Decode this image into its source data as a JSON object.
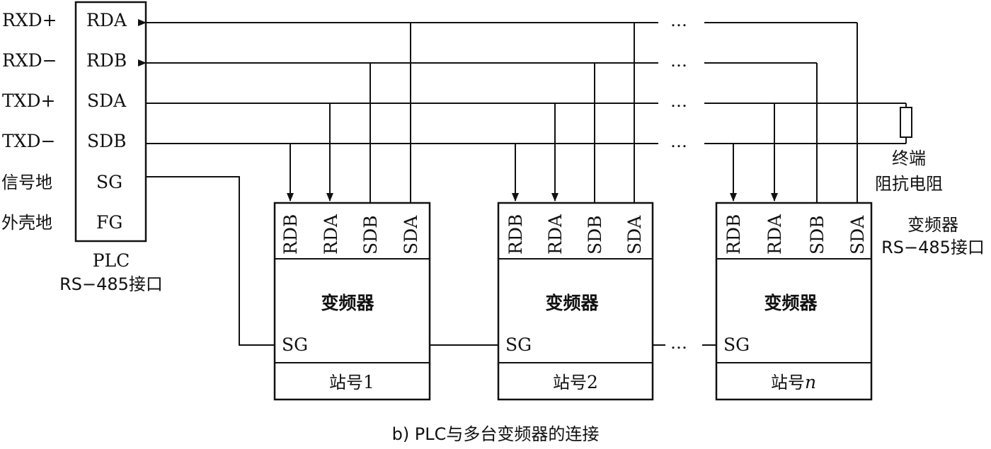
{
  "plc": {
    "left_labels": [
      "RXD+",
      "RXD−",
      "TXD+",
      "TXD−",
      "信号地",
      "外壳地"
    ],
    "pins": [
      "RDA",
      "RDB",
      "SDA",
      "SDB",
      "SG",
      "FG"
    ],
    "caption_line1": "PLC",
    "caption_line2": "RS−485接口"
  },
  "drives": [
    {
      "pins": [
        "RDB",
        "RDA",
        "SDB",
        "SDA"
      ],
      "name": "变频器",
      "sg_label": "SG",
      "station_prefix": "站号",
      "station_num": "1"
    },
    {
      "pins": [
        "RDB",
        "RDA",
        "SDB",
        "SDA"
      ],
      "name": "变频器",
      "sg_label": "SG",
      "station_prefix": "站号",
      "station_num": "2"
    },
    {
      "pins": [
        "RDB",
        "RDA",
        "SDB",
        "SDA"
      ],
      "name": "变频器",
      "sg_label": "SG",
      "station_prefix": "站号",
      "station_num": "n"
    }
  ],
  "terminator": {
    "line1": "终端",
    "line2": "阻抗电阻"
  },
  "drive_interface": {
    "line1": "变频器",
    "line2": "RS−485接口"
  },
  "ellipsis": "…",
  "caption": "b) PLC与多台变频器的连接"
}
